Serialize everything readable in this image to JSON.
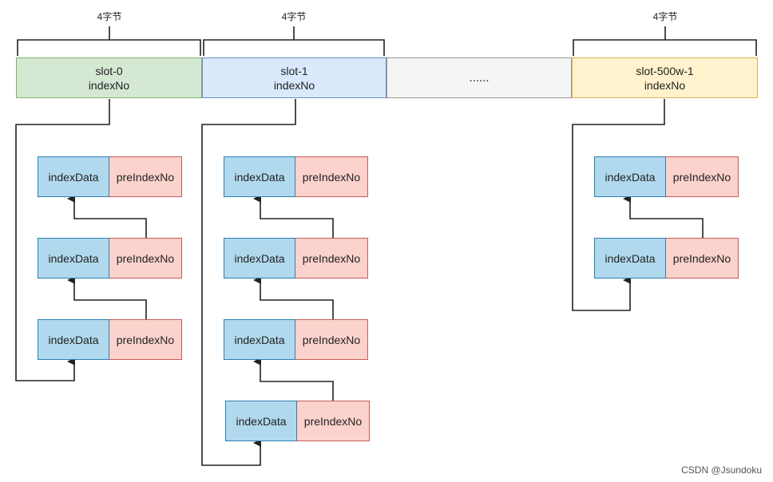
{
  "braces": [
    {
      "label": "4字节"
    },
    {
      "label": "4字节"
    },
    {
      "label": "4字节"
    }
  ],
  "slots": [
    {
      "name": "slot-0",
      "sub": "indexNo",
      "fill": "#d5e8d4"
    },
    {
      "name": "slot-1",
      "sub": "indexNo",
      "fill": "#dae8fc"
    },
    {
      "name": "......",
      "sub": "",
      "fill": "#f5f5f5"
    },
    {
      "name": "slot-500w-1",
      "sub": "indexNo",
      "fill": "#fff2cc"
    }
  ],
  "node_fields": {
    "data": "indexData",
    "prev": "preIndexNo"
  },
  "chains": [
    {
      "slot": "slot-0",
      "nodes": 3
    },
    {
      "slot": "slot-1",
      "nodes": 4
    },
    {
      "slot": "slot-500w-1",
      "nodes": 2
    }
  ],
  "colors": {
    "data_fill": "#b1d9ee",
    "prev_fill": "#fbd2cc",
    "line": "#222222"
  },
  "watermark": "CSDN @Jsundoku"
}
